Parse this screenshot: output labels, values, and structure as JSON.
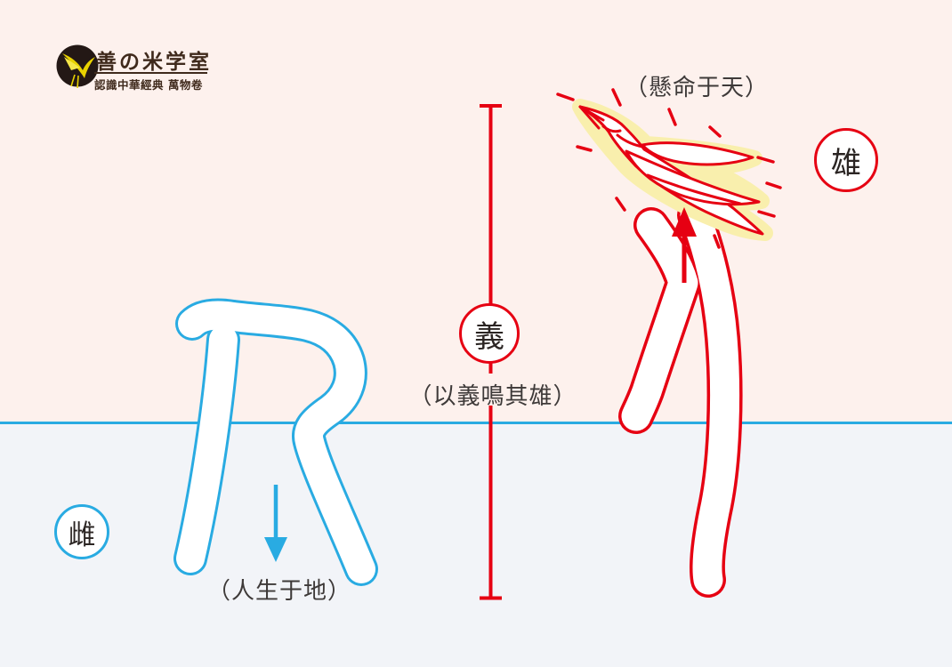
{
  "logo": {
    "icon": "swallow-bird-icon",
    "title": "善の米学室",
    "subtitle": "認識中華經典 萬物卷"
  },
  "diagram": {
    "top_annotation": "（懸命于天）",
    "middle_annotation": "（以義鳴其雄）",
    "bottom_annotation": "（人生于地）",
    "male_badge": "雄",
    "center_badge": "義",
    "female_badge": "雌"
  },
  "colors": {
    "red": "#e60012",
    "blue": "#29abe2",
    "glow_yellow": "#f9efad",
    "sky_background": "#fdf1ed",
    "ground_background": "#f2f4f8",
    "logo_circle": "#231815",
    "logo_bird_yellow": "#e8d200",
    "text_dark": "#3e3a39",
    "logo_text_brown": "#3f2a1c"
  }
}
